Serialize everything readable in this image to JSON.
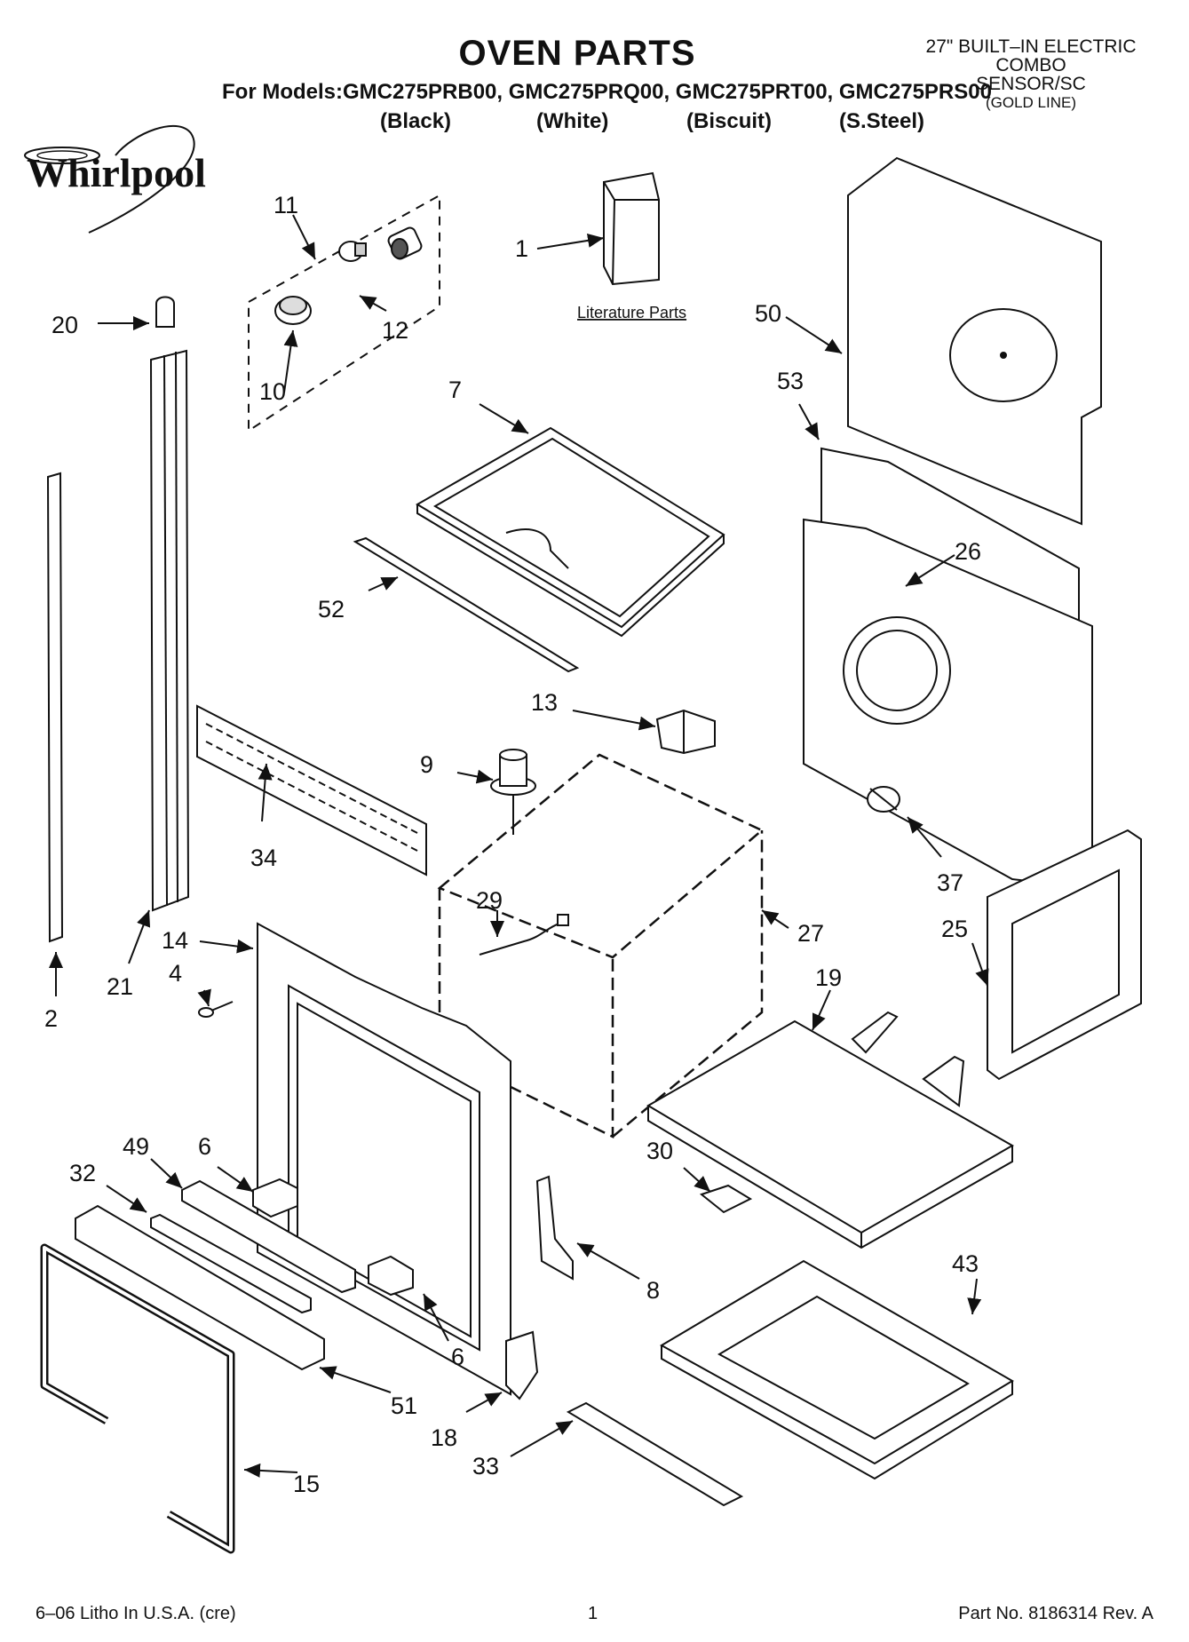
{
  "header": {
    "title": "OVEN PARTS",
    "models_line": "For Models:GMC275PRB00, GMC275PRQ00, GMC275PRT00, GMC275PRS00",
    "colors": [
      "(Black)",
      "(White)",
      "(Biscuit)",
      "(S.Steel)"
    ],
    "right_title": [
      "27\" BUILT–IN ELECTRIC",
      "COMBO",
      "SENSOR/SC",
      "(GOLD LINE)"
    ]
  },
  "logo": {
    "text": "Whirlpool"
  },
  "literature_label": "Literature Parts",
  "callouts": [
    {
      "id": "1",
      "label": "1"
    },
    {
      "id": "2",
      "label": "2"
    },
    {
      "id": "4",
      "label": "4"
    },
    {
      "id": "6a",
      "label": "6"
    },
    {
      "id": "6b",
      "label": "6"
    },
    {
      "id": "7",
      "label": "7"
    },
    {
      "id": "8",
      "label": "8"
    },
    {
      "id": "9",
      "label": "9"
    },
    {
      "id": "10",
      "label": "10"
    },
    {
      "id": "11",
      "label": "11"
    },
    {
      "id": "12",
      "label": "12"
    },
    {
      "id": "13",
      "label": "13"
    },
    {
      "id": "14",
      "label": "14"
    },
    {
      "id": "15",
      "label": "15"
    },
    {
      "id": "18",
      "label": "18"
    },
    {
      "id": "19",
      "label": "19"
    },
    {
      "id": "20",
      "label": "20"
    },
    {
      "id": "21",
      "label": "21"
    },
    {
      "id": "25",
      "label": "25"
    },
    {
      "id": "26",
      "label": "26"
    },
    {
      "id": "27",
      "label": "27"
    },
    {
      "id": "29",
      "label": "29"
    },
    {
      "id": "30",
      "label": "30"
    },
    {
      "id": "32",
      "label": "32"
    },
    {
      "id": "33",
      "label": "33"
    },
    {
      "id": "34",
      "label": "34"
    },
    {
      "id": "37",
      "label": "37"
    },
    {
      "id": "43",
      "label": "43"
    },
    {
      "id": "49",
      "label": "49"
    },
    {
      "id": "50",
      "label": "50"
    },
    {
      "id": "51",
      "label": "51"
    },
    {
      "id": "52",
      "label": "52"
    },
    {
      "id": "53",
      "label": "53"
    }
  ],
  "footer": {
    "left": "6–06 Litho In U.S.A. (cre)",
    "center": "1",
    "right": "Part No. 8186314 Rev. A"
  }
}
